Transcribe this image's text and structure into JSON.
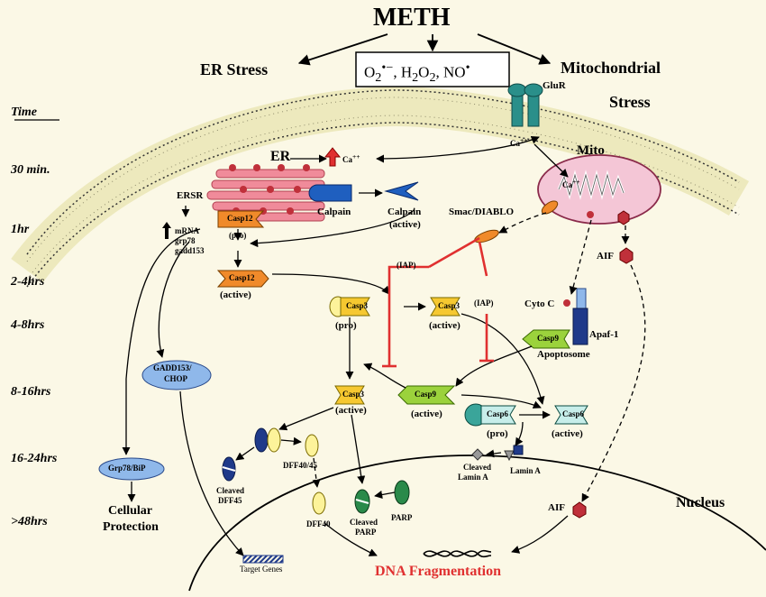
{
  "title": "METH",
  "ros_html": "O<sub>2</sub><sup>•−</sup>, H<sub>2</sub>O<sub>2</sub>, NO<sup>•</sup>",
  "er_stress": "ER Stress",
  "mito_stress_1": "Mitochondrial",
  "mito_stress_2": "Stress",
  "glur": "GluR",
  "ca": "Ca",
  "ca_sup": "++",
  "time_header": "Time",
  "time_points": [
    "30 min.",
    "1hr",
    "2-4hrs",
    "4-8hrs",
    "8-16hrs",
    "16-24hrs",
    ">48hrs"
  ],
  "er": "ER",
  "ersr": "ERSR",
  "calpain": "Calpain",
  "calpain_active_1": "Calpain",
  "calpain_active_2": "(active)",
  "mito": "Mito",
  "smac": "Smac/DIABLO",
  "mrna": [
    "mRNA",
    "grp78",
    "gadd153"
  ],
  "casp12": "Casp12",
  "pro": "(pro)",
  "active": "(active)",
  "iap": "(IAP)",
  "aif": "AIF",
  "casp3": "Casp3",
  "casp9": "Casp9",
  "casp6": "Casp6",
  "cyto_c": "Cyto C",
  "apaf1": "Apaf-1",
  "apoptosome": "Apoptosome",
  "gadd153_chop": [
    "GADD153/",
    "CHOP"
  ],
  "grp78_bip": "Grp78/BiP",
  "cellular_protection": [
    "Cellular",
    "Protection"
  ],
  "dff40_45": "DFF40/45",
  "cleaved_dff45": [
    "Cleaved",
    "DFF45"
  ],
  "dff40": "DFF40",
  "cleaved_parp": [
    "Cleaved",
    "PARP"
  ],
  "parp": "PARP",
  "cleaved_lamin_a": [
    "Cleaved",
    "Lamin A"
  ],
  "lamin_a": "Lamin A",
  "nucleus": "Nucleus",
  "target_genes": "Target Genes",
  "dna_fragmentation": "DNA Fragmentation",
  "colors": {
    "background": "#fbf8e6",
    "membrane_band": "#ede9bd",
    "glur": "#2a8f8a",
    "mito_fill": "#f4c6d6",
    "red_accent": "#e03030",
    "casp_orange": "#f08a2a",
    "casp_yellow": "#f6c830",
    "casp_green": "#9bd23c",
    "casp6_teal": "#3aa59a",
    "navy": "#1f3a8a",
    "oval_blue": "#8fb8ea"
  }
}
